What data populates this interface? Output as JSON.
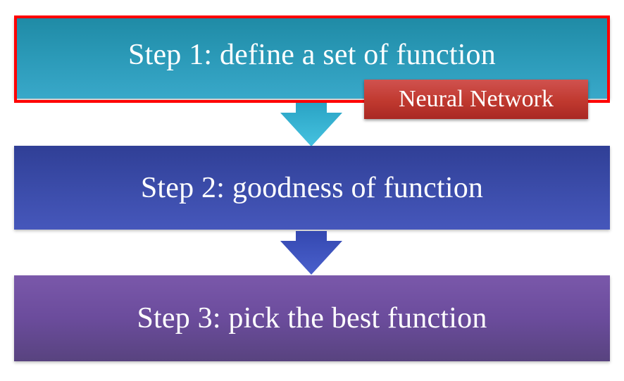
{
  "steps": [
    {
      "label": "Step 1: define a set of function",
      "color": "#2b9ab8"
    },
    {
      "label": "Step 2: goodness of function",
      "color": "#3c4dab"
    },
    {
      "label": "Step 3: pick the best function",
      "color": "#6b4c9c"
    }
  ],
  "badge": {
    "label": "Neural Network",
    "color": "#c0392f"
  },
  "highlight_color": "#ff0000",
  "arrows": [
    {
      "color": "#35b4d4"
    },
    {
      "color": "#3e55c0"
    }
  ]
}
